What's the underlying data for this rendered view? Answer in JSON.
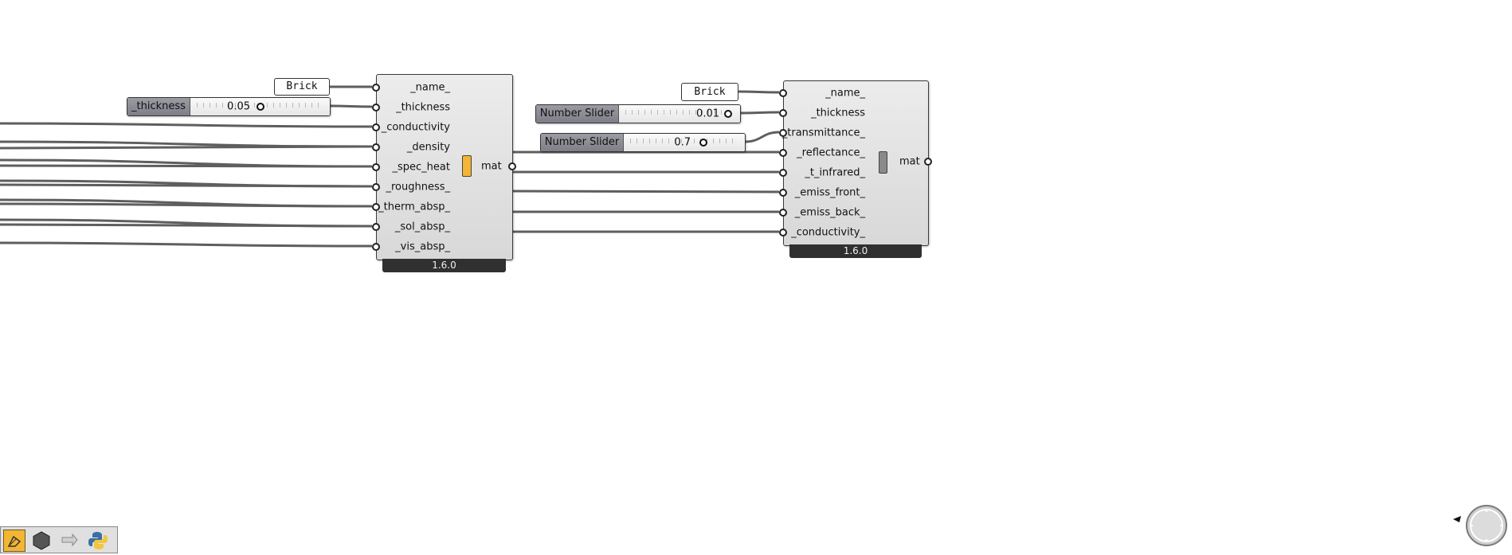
{
  "canvas": {
    "background": "#ffffff",
    "wire_color": "#5e5e5e"
  },
  "component_opaque": {
    "inputs": [
      "_name_",
      "_thickness",
      "_conductivity",
      "_density",
      "_spec_heat",
      "_roughness_",
      "_therm_absp_",
      "_sol_absp_",
      "_vis_absp_"
    ],
    "output": "mat",
    "version": "1.6.0",
    "badge_color": "#f2b534"
  },
  "component_window": {
    "inputs": [
      "_name_",
      "_thickness",
      "_transmittance_",
      "_reflectance_",
      "_t_infrared_",
      "_emiss_front_",
      "_emiss_back_",
      "_conductivity_"
    ],
    "output": "mat",
    "version": "1.6.0",
    "badge_color": "#8a8a8a"
  },
  "panels": [
    {
      "text": "Brick"
    },
    {
      "text": "Brick"
    }
  ],
  "sliders": [
    {
      "name": "_thickness",
      "value": "0.05"
    },
    {
      "name": "Number Slider",
      "value": "0.01"
    },
    {
      "name": "Number Slider",
      "value": "0.7"
    }
  ],
  "toolbar": {
    "buttons": [
      "sketch-icon",
      "hexagon-icon",
      "arrow-icon",
      "python-icon"
    ]
  },
  "nav": {
    "icon": "navigation-compass-icon"
  }
}
